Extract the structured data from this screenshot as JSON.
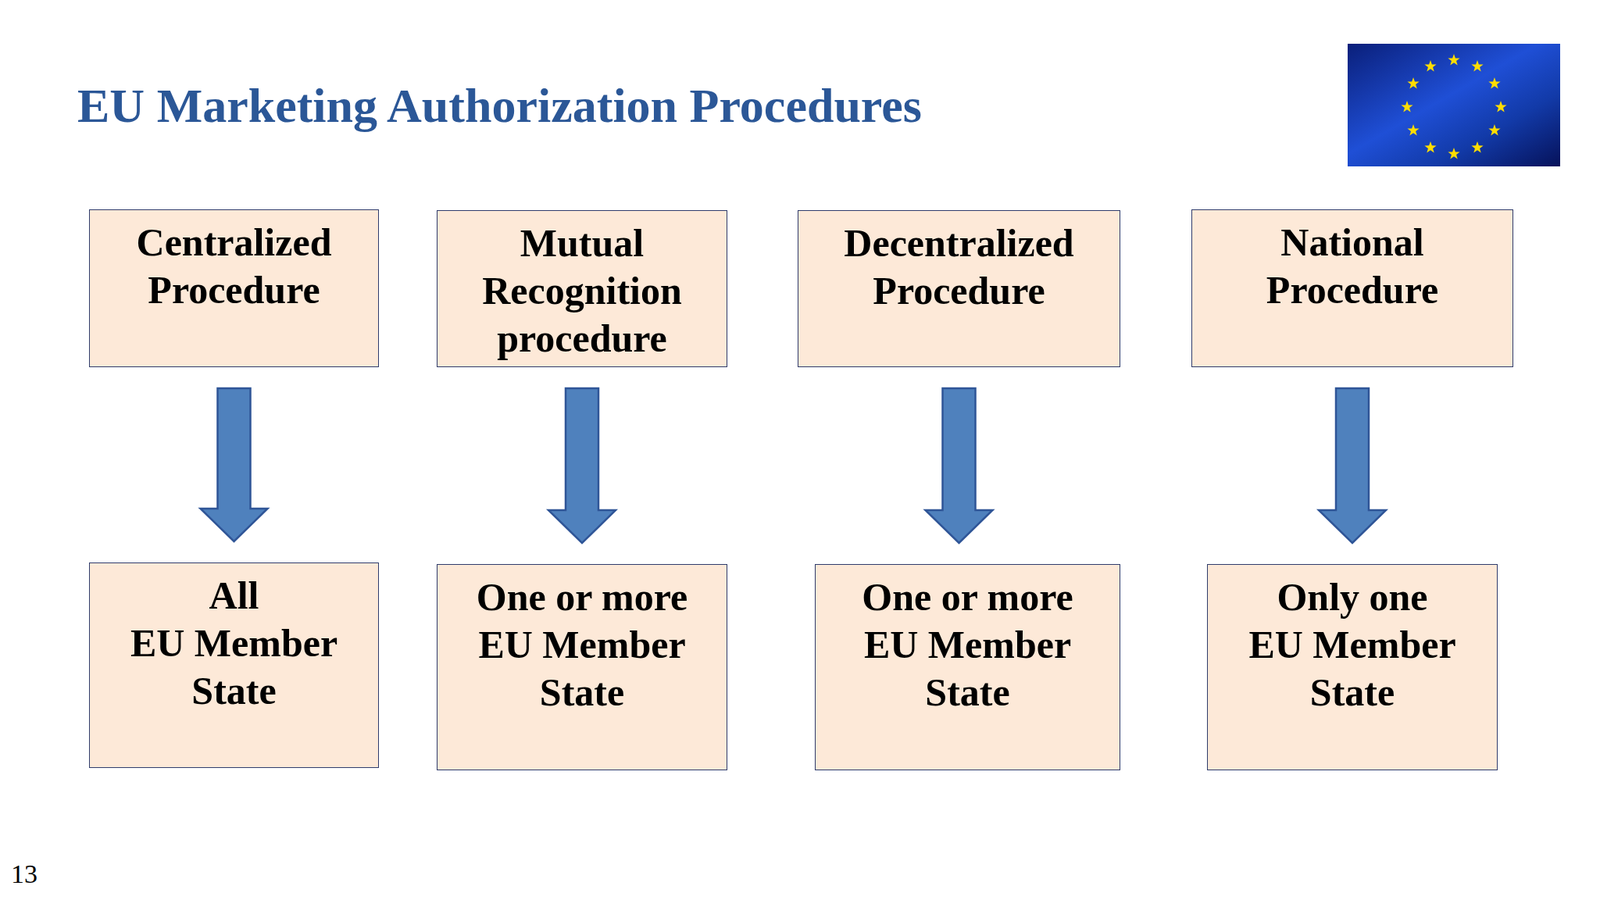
{
  "diagram": {
    "title": "EU Marketing Authorization Procedures",
    "nodes": [
      {
        "text": [
          "Centralized Procedure"
        ]
      },
      {
        "text": [
          "Mutual Recognition procedure"
        ]
      },
      {
        "text": [
          "Decentralized Procedure"
        ]
      },
      {
        "text": [
          "National Procedure"
        ]
      },
      {
        "text": [
          "All EU Member State"
        ]
      },
      {
        "text": [
          "One or more EU Member State"
        ]
      },
      {
        "text": [
          "One or more EU Member State"
        ]
      },
      {
        "text": [
          "Only one EU Member State"
        ]
      }
    ],
    "edges": [
      {
        "from": 0,
        "to": 4,
        "arrow": "to"
      },
      {
        "from": 1,
        "to": 5,
        "arrow": "to"
      },
      {
        "from": 2,
        "to": 6,
        "arrow": "to"
      },
      {
        "from": 3,
        "to": 7,
        "arrow": "to"
      }
    ],
    "labels": [
      "13"
    ]
  }
}
